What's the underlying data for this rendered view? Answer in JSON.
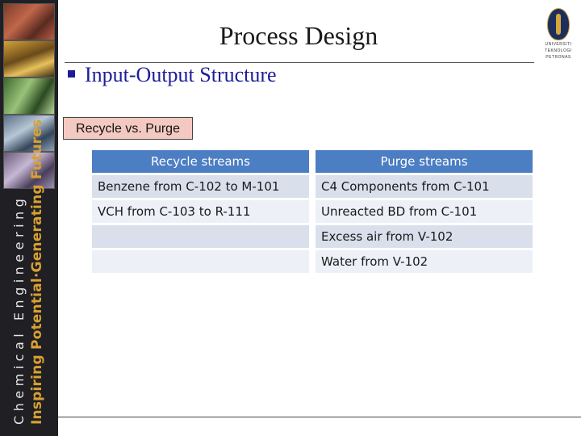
{
  "slide": {
    "title": "Process Design",
    "bullet": "Input-Output Structure",
    "section_label": "Recycle vs. Purge"
  },
  "sidebar": {
    "line1": "Chemical Engineering",
    "line2": "Inspiring Potential·Generating Futures"
  },
  "logo": {
    "line1": "UNIVERSITI",
    "line2": "TEKNOLOGI",
    "line3": "PETRONAS"
  },
  "table": {
    "headers": [
      "Recycle streams",
      "Purge streams"
    ],
    "rows": [
      [
        "Benzene from C-102 to M-101",
        "C4 Components from C-101"
      ],
      [
        "VCH from C-103 to R-111",
        "Unreacted BD from C-101"
      ],
      [
        "",
        "Excess air from V-102"
      ],
      [
        "",
        "Water from V-102"
      ]
    ]
  },
  "colors": {
    "header_blue": "#4c7ec3",
    "bullet_blue": "#1c1c9a",
    "label_pink": "#f3c9c1",
    "sidebar_dark": "#1f1f24"
  }
}
